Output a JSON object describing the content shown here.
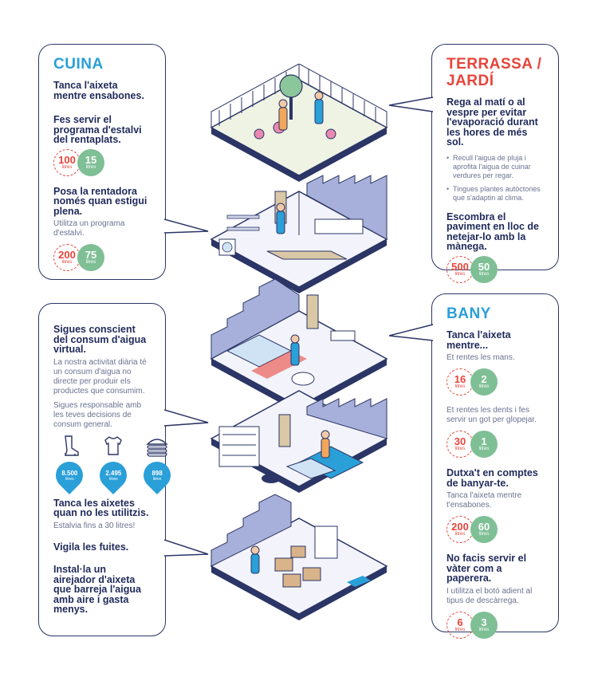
{
  "cuina": {
    "title": "CUINA",
    "tip1_heading": "Tanca l'aixeta mentre ensabones.",
    "tip2_heading": "Fes servir el programa d'estalvi del rentaplats.",
    "tip2_old": "100",
    "tip2_new": "15",
    "tip3_heading": "Posa la rentadora només quan estigui plena.",
    "tip3_text": "Utilitza un programa d'estalvi.",
    "tip3_old": "200",
    "tip3_new": "75"
  },
  "terrassa": {
    "title": "TERRASSA / JARDÍ",
    "tip1_heading": "Rega al matí o al vespre per evitar l'evaporació durant les hores de més sol.",
    "bullet1": "Recull l'aigua de pluja i aprofita l'aigua de cuinar verdures per regar.",
    "bullet2": "Tingues plantes autòctones que s'adaptin al clima.",
    "tip2_heading": "Escombra el paviment en lloc de netejar-lo amb la mànega.",
    "tip2_old": "500",
    "tip2_new": "50"
  },
  "general": {
    "tip1_heading": "Sigues conscient del consum d'aigua virtual.",
    "tip1_text1": "La nostra activitat diària té un consum d'aigua no directe per produir els productes que consumim.",
    "tip1_text2": "Sigues responsable amb les teves decisions de consum general.",
    "products": [
      {
        "icon": "boot-icon",
        "value": "8.500"
      },
      {
        "icon": "tshirt-icon",
        "value": "2.495"
      },
      {
        "icon": "burger-icon",
        "value": "898"
      }
    ],
    "tip2_heading": "Tanca les aixetes quan no les utilitzis.",
    "tip2_text": "Estalvia fins a 30 litres!",
    "tip3_heading": "Vigila les fuites.",
    "tip4_heading": "Instal·la un airejador d'aixeta que barreja l'aigua amb aire i gasta menys."
  },
  "bany": {
    "title": "BANY",
    "tip1_heading": "Tanca l'aixeta mentre...",
    "tip1a_text": "Et rentes les mans.",
    "tip1a_old": "16",
    "tip1a_new": "2",
    "tip1b_text": "Et rentes les dents i fes servir un got per glopejar.",
    "tip1b_old": "30",
    "tip1b_new": "1",
    "tip2_heading": "Dutxa't en comptes de banyar-te.",
    "tip2_text": "Tanca l'aixeta mentre t'ensabones.",
    "tip2_old": "200",
    "tip2_new": "60",
    "tip3_heading": "No facis servir el vàter com a paperera.",
    "tip3_text": "I utilitza el botó adient al tipus de descàrrega.",
    "tip3_old": "6",
    "tip3_new": "3"
  },
  "unit_label": "litres",
  "colors": {
    "navy": "#1f2a5a",
    "blue": "#2a9fd8",
    "red": "#e8443a",
    "green": "#7fbf95",
    "lavender": "#a7b0da"
  }
}
